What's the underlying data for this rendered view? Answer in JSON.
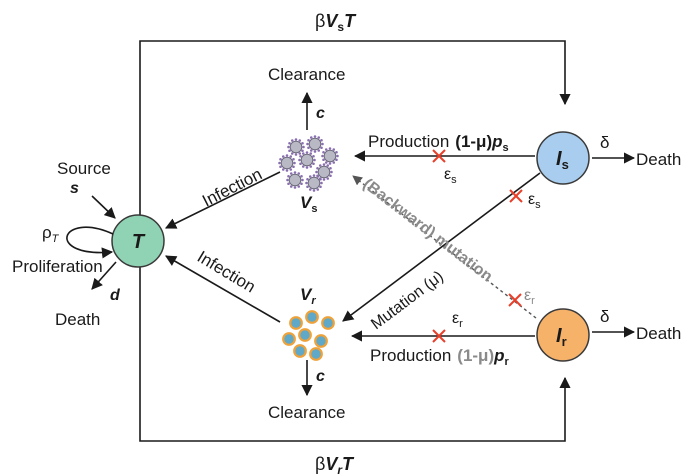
{
  "labels": {
    "top_flux_beta": "β",
    "top_flux_V": "V",
    "top_flux_sub": "s",
    "top_flux_T": "T",
    "bottom_flux_beta": "β",
    "bottom_flux_V": "V",
    "bottom_flux_sub": "r",
    "bottom_flux_T": "T",
    "clearance_top": "Clearance",
    "clearance_bottom": "Clearance",
    "c_top": "c",
    "c_bottom": "c",
    "vs_V": "V",
    "vs_sub": "s",
    "vr_V": "V",
    "vr_sub": "r",
    "t_node": "T",
    "is_I": "I",
    "is_sub": "s",
    "ir_I": "I",
    "ir_sub": "r",
    "source": "Source",
    "source_s": "s",
    "rho": "ρ",
    "rho_sub": "T",
    "proliferation": "Proliferation",
    "d": "d",
    "death_left": "Death",
    "death_is": "Death",
    "death_ir": "Death",
    "delta_is": "δ",
    "delta_ir": "δ",
    "infection_top": "Infection",
    "infection_bottom": "Infection",
    "production_s_word": "Production",
    "production_s_factor": "(1-μ)",
    "production_s_p": "p",
    "production_s_sub": "s",
    "production_r_word": "Production",
    "production_r_factor": "(1-μ)",
    "production_r_p": "p",
    "production_r_sub": "r",
    "eps_s_prod": "ε",
    "eps_s_prod_sub": "s",
    "eps_s_mut": "ε",
    "eps_s_mut_sub": "s",
    "eps_r_back": "ε",
    "eps_r_back_sub": "r",
    "eps_r_prod": "ε",
    "eps_r_prod_sub": "r",
    "mutation": "Mutation (μ)",
    "backward_mutation": "(Backward) mutation"
  },
  "colors": {
    "t_node": "#8fd3b4",
    "is_node": "#a9cdee",
    "ir_node": "#f7b26a",
    "inhibition_cross": "#e8402b",
    "virion_s": "#b9b9c6",
    "virion_r": "#5fa8c8",
    "virion_r_ring": "#f0a23a"
  }
}
